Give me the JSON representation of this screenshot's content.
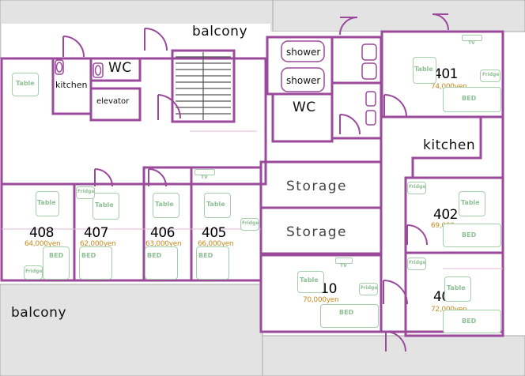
{
  "labels": {
    "balcony_top": "balcony",
    "balcony_bottom": "balcony",
    "kitchen_left": "kitchen",
    "kitchen_right": "kitchen",
    "wc_left": "WC",
    "wc_right": "WC",
    "elevator": "elevator",
    "shower_1": "shower",
    "shower_2": "shower",
    "storage_1": "Storage",
    "storage_2": "Storage"
  },
  "furniture": {
    "table": "Table",
    "bed": "BED",
    "fridge": "Fridge",
    "tv": "TV"
  },
  "rooms": [
    {
      "number": "408",
      "price": "64,000yen"
    },
    {
      "number": "407",
      "price": "62,000yen"
    },
    {
      "number": "406",
      "price": "63,000yen"
    },
    {
      "number": "405",
      "price": "66,000yen"
    },
    {
      "number": "401",
      "price": "74,000yen"
    },
    {
      "number": "402",
      "price": "69,000yen"
    },
    {
      "number": "403",
      "price": "72,000yen"
    },
    {
      "number": "410",
      "price": "70,000yen"
    }
  ],
  "colors": {
    "wall": "#9b4a9b",
    "outdoor": "#e3e3e3",
    "furniture": "#a6cfa9",
    "price": "#c88b1f"
  }
}
